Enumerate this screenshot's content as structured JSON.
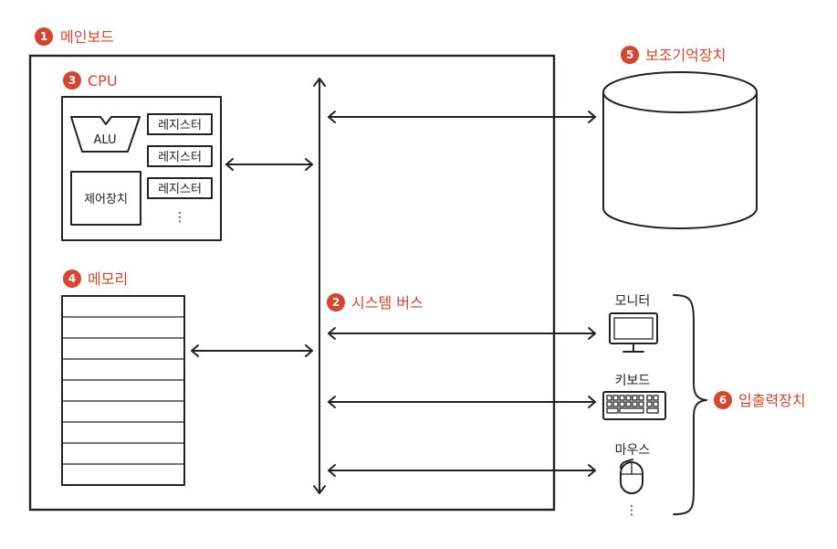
{
  "labels": {
    "mainboard": "메인보드",
    "system_bus": "시스템 버스",
    "cpu": "CPU",
    "memory": "메모리",
    "storage": "보조기억장치",
    "io": "입출력장치"
  },
  "badges": {
    "mainboard": "1",
    "system_bus": "2",
    "cpu": "3",
    "memory": "4",
    "storage": "5",
    "io": "6"
  },
  "cpu": {
    "alu": "ALU",
    "control_unit": "제어장치",
    "registers": [
      "레지스터",
      "레지스터",
      "레지스터"
    ],
    "more": "⋮"
  },
  "devices": {
    "monitor": "모니터",
    "keyboard": "키보드",
    "mouse": "마우스",
    "more": "⋮"
  },
  "colors": {
    "accent": "#d9442e",
    "ink": "#222222",
    "background": "#ffffff"
  }
}
